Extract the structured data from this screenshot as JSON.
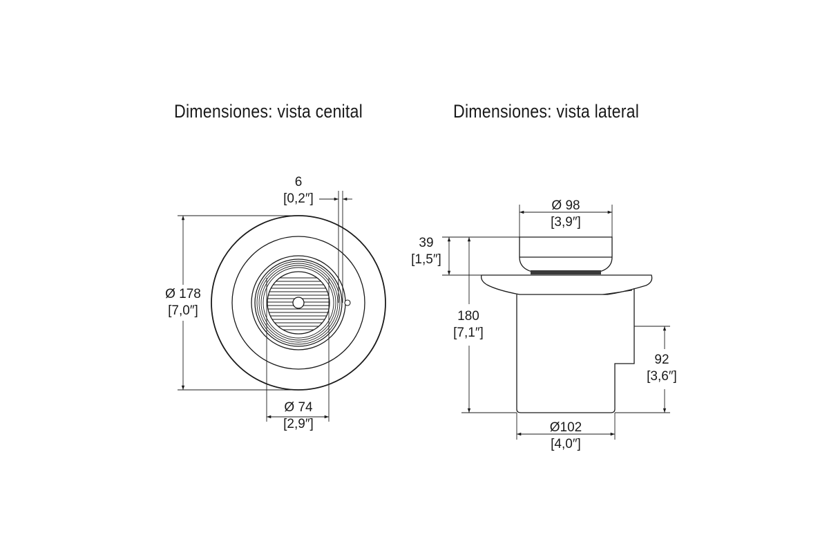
{
  "titles": {
    "top_view": "Dimensiones: vista cenital",
    "side_view": "Dimensiones: vista lateral"
  },
  "top_view": {
    "gap": {
      "mm": "6",
      "inch": "[0,2″]"
    },
    "outer_diameter": {
      "mm": "Ø 178",
      "inch": "[7,0″]"
    },
    "inner_diameter": {
      "mm": "Ø 74",
      "inch": "[2,9″]"
    }
  },
  "side_view": {
    "cap_diameter": {
      "mm": "Ø 98",
      "inch": "[3,9″]"
    },
    "cap_height": {
      "mm": "39",
      "inch": "[1,5″]"
    },
    "total_height": {
      "mm": "180",
      "inch": "[7,1″]"
    },
    "lower_height": {
      "mm": "92",
      "inch": "[3,6″]"
    },
    "body_diameter": {
      "mm": "Ø102",
      "inch": "[4,0″]"
    }
  }
}
